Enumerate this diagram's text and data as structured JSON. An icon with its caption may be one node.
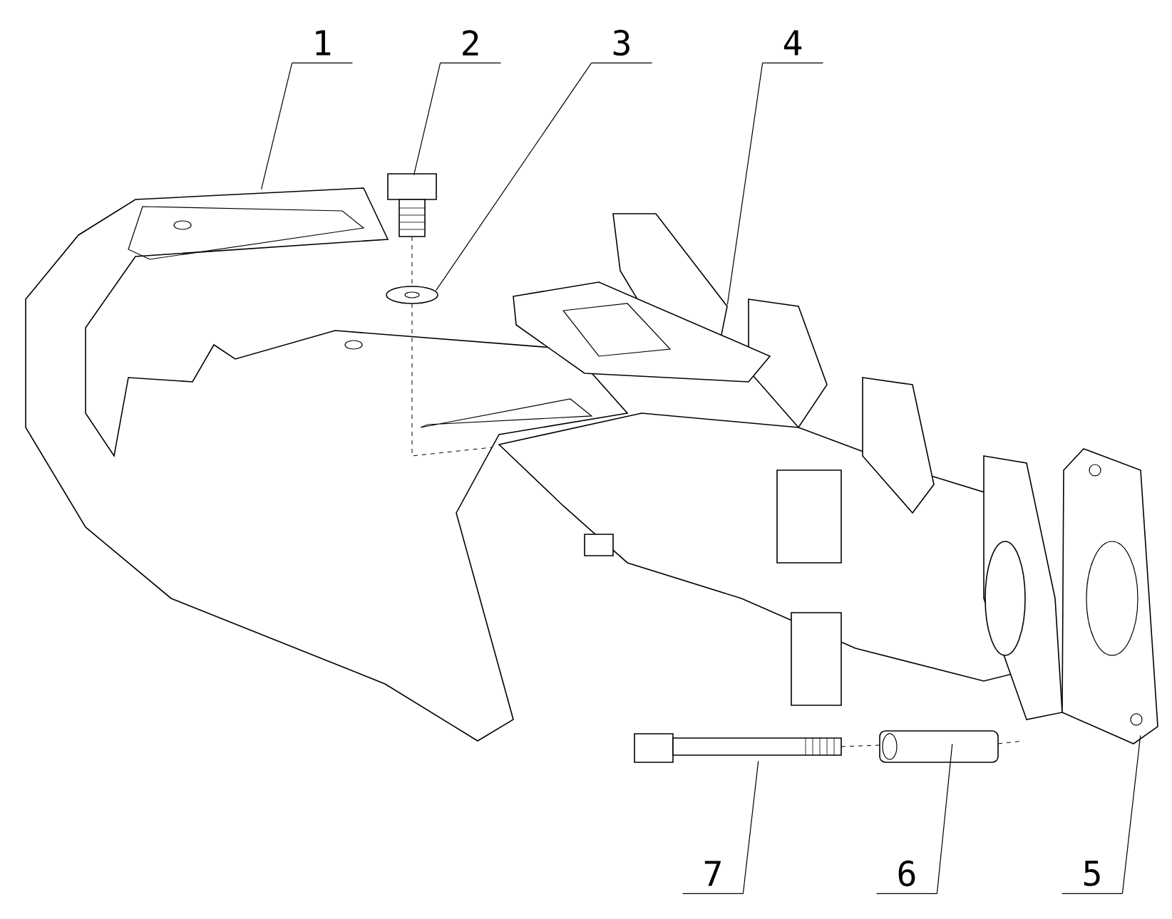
{
  "diagram": {
    "nodes": [
      {
        "text": [
          "1"
        ]
      },
      {
        "text": [
          "2"
        ]
      },
      {
        "text": [
          "3"
        ]
      },
      {
        "text": [
          "4"
        ]
      },
      {
        "text": [
          "7"
        ]
      },
      {
        "text": [
          "6"
        ]
      },
      {
        "text": [
          "5"
        ]
      },
      {
        "text": [],
        "shape": "picture"
      },
      {
        "text": [],
        "shape": "picture"
      },
      {
        "text": [],
        "shape": "picture"
      },
      {
        "text": [],
        "shape": "picture"
      },
      {
        "text": [],
        "shape": "picture"
      },
      {
        "text": [],
        "shape": "picture"
      },
      {
        "text": [],
        "shape": "picture"
      }
    ],
    "edges": [
      {
        "from": 0,
        "to": 7,
        "arrow": "none"
      },
      {
        "from": 1,
        "to": 8,
        "arrow": "none"
      },
      {
        "from": 2,
        "to": 9,
        "arrow": "none"
      },
      {
        "from": 3,
        "to": 10,
        "arrow": "none"
      },
      {
        "from": 4,
        "to": 11,
        "arrow": "none"
      },
      {
        "from": 5,
        "to": 12,
        "arrow": "none"
      },
      {
        "from": 6,
        "to": 13,
        "arrow": "none"
      },
      {
        "from": 8,
        "to": 9,
        "arrow": "none",
        "style": "dashed"
      },
      {
        "from": 9,
        "to": 7,
        "arrow": "none",
        "style": "dashed"
      },
      {
        "from": 11,
        "to": 12,
        "arrow": "none",
        "style": "dashed"
      },
      {
        "from": 12,
        "to": 10,
        "arrow": "none",
        "style": "dashed"
      }
    ]
  }
}
